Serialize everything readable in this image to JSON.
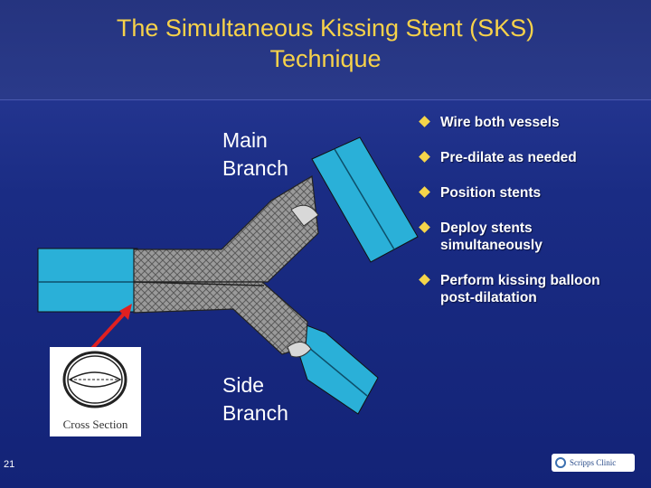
{
  "slide": {
    "title_line1": "The Simultaneous Kissing Stent (SKS)",
    "title_line2": "Technique",
    "main_branch_line1": "Main",
    "main_branch_line2": "Branch",
    "side_branch_line1": "Side",
    "side_branch_line2": "Branch",
    "cross_section_label": "Cross Section",
    "page_number": "21",
    "logo_text": "Scripps Clinic",
    "colors": {
      "background": "#1a2c84",
      "title": "#f7d24a",
      "vessel": "#2ab0d8",
      "stent": "#8a8a8a",
      "bullet": "#f5d54a",
      "arrow": "#e02020"
    }
  },
  "bullets": [
    "Wire both vessels",
    "Pre-dilate as needed",
    "Position stents",
    "Deploy stents",
    "simultaneously",
    "Perform kissing balloon",
    "post-dilatation"
  ]
}
